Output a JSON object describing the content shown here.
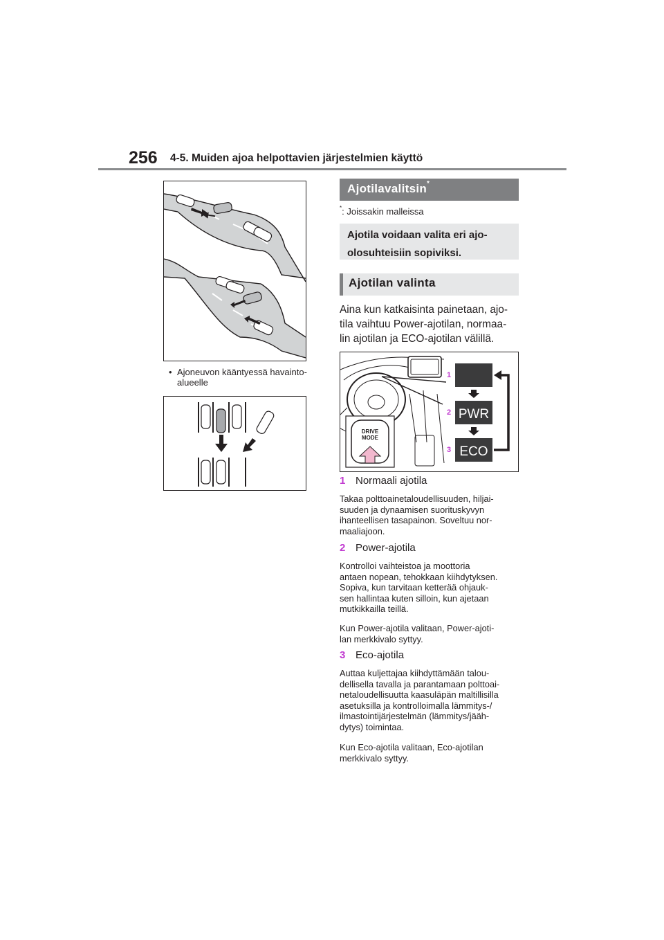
{
  "header": {
    "page_number": "256",
    "chapter_title": "4-5. Muiden ajoa helpottavien järjestelmien käyttö"
  },
  "left_column": {
    "bullet_text": "Ajoneuvon kääntyessä havainto-\nalueelle"
  },
  "section": {
    "title": "Ajotilavalitsin",
    "title_mark": "*",
    "footnote_mark": "*",
    "footnote_text": ": Joissakin malleissa",
    "summary": "Ajotila voidaan valita eri ajo-\nolosuhteisiin sopiviksi."
  },
  "subsection": {
    "title": "Ajotilan valinta",
    "intro": "Aina kun katkaisinta painetaan, ajo-\ntila vaihtuu Power-ajotilan, normaa-\nlin ajotilan ja ECO-ajotilan välillä."
  },
  "figure_labels": {
    "drive_mode_line1": "DRIVE",
    "drive_mode_line2": "MODE",
    "label_1": "1",
    "label_2": "2",
    "label_3": "3",
    "pwr": "PWR",
    "eco": "ECO"
  },
  "items": [
    {
      "number": "1",
      "title": "Normaali ajotila",
      "paragraphs": [
        "Takaa polttoainetaloudellisuuden, hiljai-\nsuuden ja dynaamisen suorituskyvyn\nihanteellisen tasapainon. Soveltuu nor-\nmaaliajoon."
      ]
    },
    {
      "number": "2",
      "title": "Power-ajotila",
      "paragraphs": [
        "Kontrolloi vaihteistoa ja moottoria\nantaen nopean, tehokkaan kiihdytyksen.\nSopiva, kun tarvitaan ketterää ohjauk-\nsen hallintaa kuten silloin, kun ajetaan\nmutkikkailla teillä.",
        "Kun Power-ajotila valitaan, Power-ajoti-\nlan merkkivalo syttyy."
      ]
    },
    {
      "number": "3",
      "title": "Eco-ajotila",
      "paragraphs": [
        "Auttaa kuljettajaa kiihdyttämään talou-\ndellisella tavalla ja parantamaan polttoai-\nnetaloudellisuutta kaasuläpän maltillisilla\nasetuksilla ja kontrolloimalla lämmitys-/\nilmastointijärjestelmän (lämmitys/jääh-\ndytys) toimintaa.",
        "Kun Eco-ajotila valitaan, Eco-ajotilan\nmerkkivalo syttyy."
      ]
    }
  ],
  "colors": {
    "accent_number": "#c13bd0",
    "section_bar": "#7f8082",
    "box_background": "#e6e7e8"
  }
}
